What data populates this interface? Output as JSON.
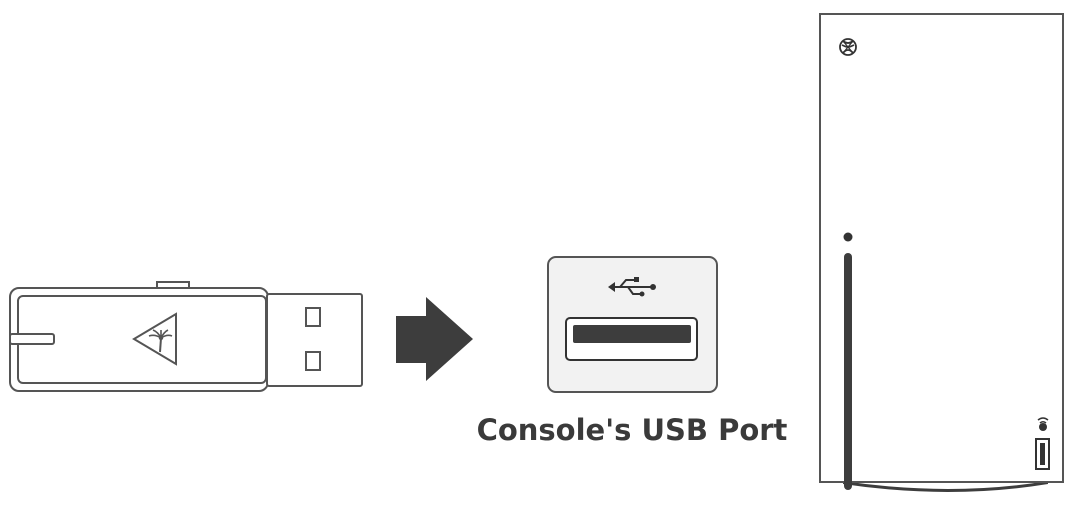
{
  "diagram": {
    "caption": "Console's USB Port",
    "colors": {
      "outline": "#555555",
      "dark": "#3d3d3d",
      "port_bg": "#f2f2f2",
      "background": "#ffffff"
    },
    "elements": {
      "dongle": "usb-dongle",
      "arrow": "arrow-right",
      "port_panel": "usb-port-panel",
      "usb_symbol": "usb-symbol-icon",
      "console": "xbox-series-x-console",
      "console_logo": "xbox-logo-icon"
    }
  }
}
